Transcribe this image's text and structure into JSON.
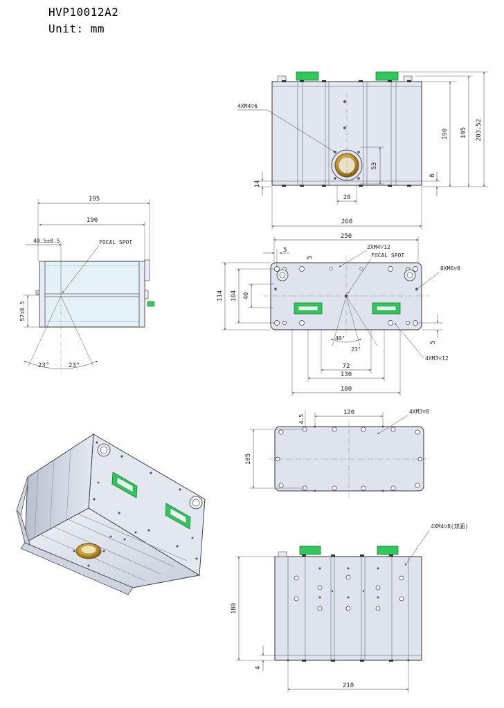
{
  "header": {
    "model": "HVP10012A2",
    "unit": "Unit: mm"
  },
  "colors": {
    "body": "#dfe3ee",
    "connector": "#2ec95a",
    "window": "#c8a030",
    "line": "#333333"
  },
  "top_view": {
    "hole_note": "4XM4▽6",
    "dims": [
      "53",
      "28",
      "260",
      "190",
      "195",
      "203.52",
      "14",
      "8"
    ]
  },
  "side_view": {
    "dims": [
      "195",
      "190",
      "40.5±0.5",
      "57±0.5"
    ],
    "focal": "FOCAL SPOT",
    "angle_left": "23°",
    "angle_right": "23°"
  },
  "front_view": {
    "dims": [
      "250",
      "5",
      "114",
      "104",
      "40",
      "5",
      "72",
      "130",
      "180",
      "40°",
      "23°"
    ],
    "note_top": "2XM4▽12",
    "focal": "FOCAL SPOT",
    "note_right": "8XM6▽8",
    "note_bottom": "4XM3▽12"
  },
  "bottom_plate": {
    "dims": [
      "4.5",
      "120",
      "105"
    ],
    "note": "4XM3▽8"
  },
  "rear_view": {
    "note": "4XM4▽8(双面)",
    "dims": [
      "180",
      "4",
      "210"
    ]
  }
}
